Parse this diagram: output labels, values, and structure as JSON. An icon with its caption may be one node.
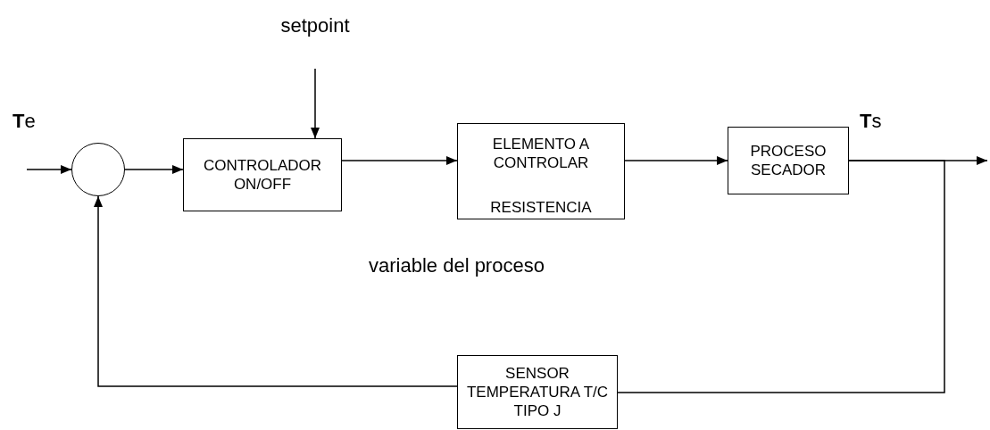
{
  "diagram": {
    "nodes": [
      {
        "text": [],
        "shape": "circle"
      },
      {
        "text": [
          "CONTROLADOR ON/OFF"
        ]
      },
      {
        "text": [
          "ELEMENTO A CONTROLAR",
          "RESISTENCIA"
        ]
      },
      {
        "text": [
          "PROCESO SECADOR"
        ]
      },
      {
        "text": [
          "SENSOR TEMPERATURA T/C TIPO J"
        ]
      },
      {
        "text": [
          "setpoint"
        ]
      }
    ],
    "edges": [
      {
        "from": null,
        "to": 0,
        "arrow": "to"
      },
      {
        "from": 0,
        "to": 1,
        "arrow": "to"
      },
      {
        "from": 1,
        "to": 2,
        "arrow": "to"
      },
      {
        "from": 2,
        "to": 3,
        "arrow": "to"
      },
      {
        "from": 3,
        "to": null,
        "arrow": "to"
      },
      {
        "from": 3,
        "to": 4,
        "arrow": "none"
      },
      {
        "from": 4,
        "to": 0,
        "arrow": "to"
      },
      {
        "from": 5,
        "to": 1,
        "arrow": "to"
      }
    ],
    "labels": [
      "**T**e",
      "**T**s",
      "variable del proceso"
    ]
  }
}
